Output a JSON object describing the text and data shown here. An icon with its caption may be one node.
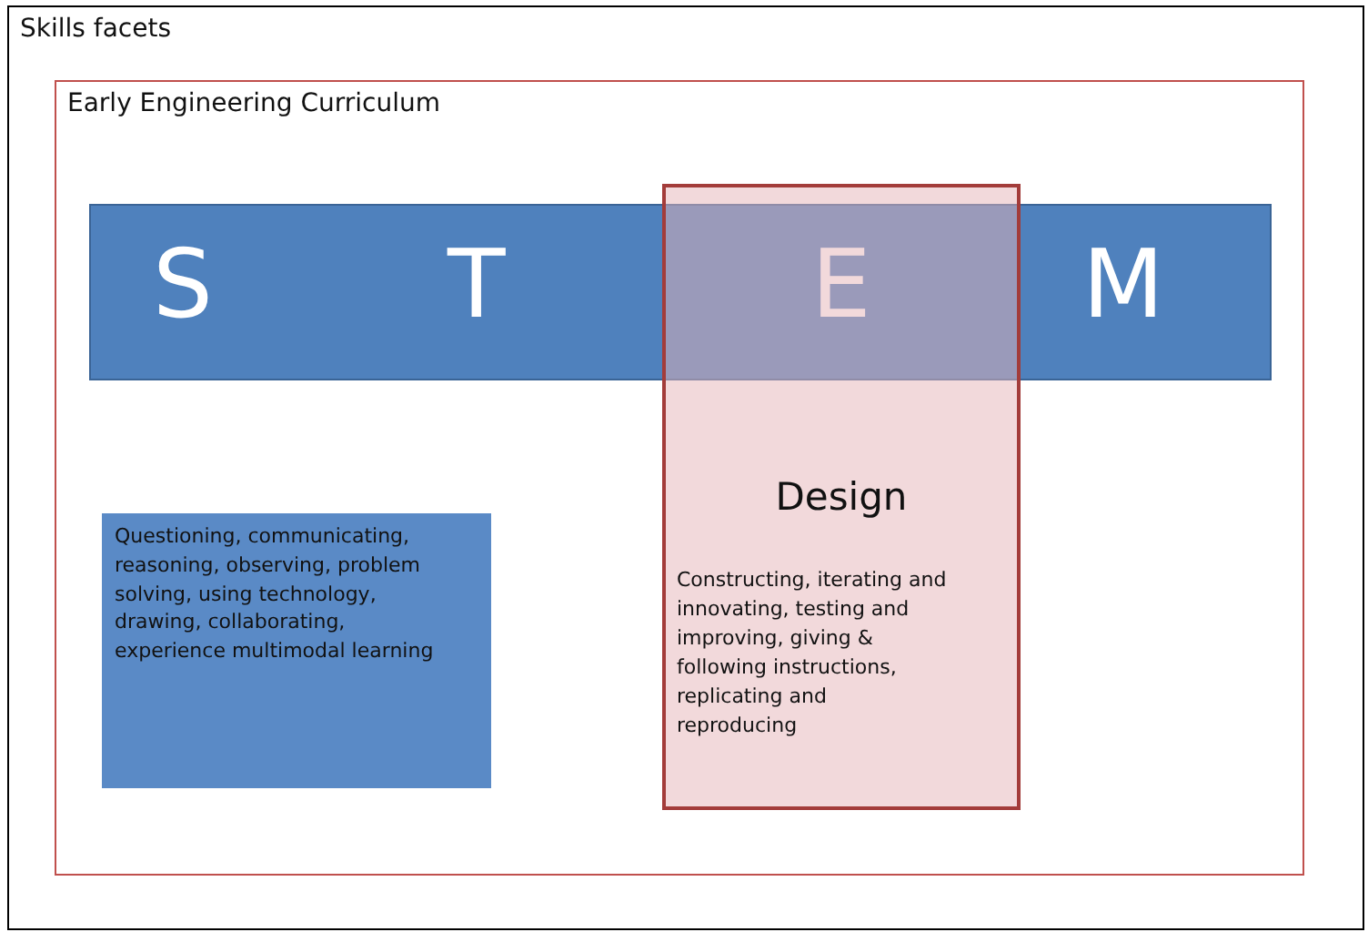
{
  "diagram": {
    "nodes": [
      {
        "text": [
          "Skills facets"
        ]
      },
      {
        "text": [
          "Early Engineering Curriculum"
        ],
        "in": 0
      },
      {
        "text": [
          "S",
          "T",
          "E",
          "M"
        ],
        "in": 1
      },
      {
        "text": [
          "Design",
          "Constructing, iterating and innovating, testing  and  improving, giving & following instructions, replicating and reproducing"
        ],
        "in": 1
      },
      {
        "text": [
          "Questioning, communicating, reasoning, observing, problem solving, using technology, drawing, collaborating, experience multimodal learning"
        ],
        "in": 1
      }
    ]
  }
}
